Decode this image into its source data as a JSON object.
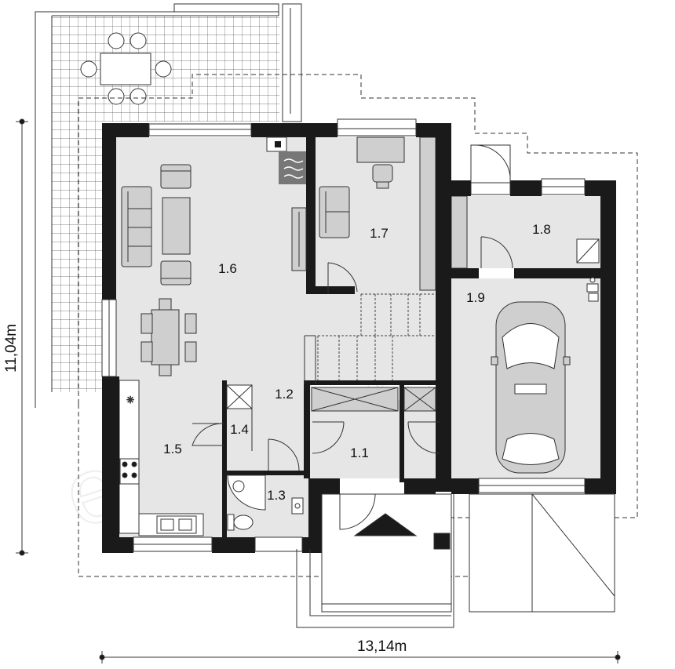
{
  "colors": {
    "wall": "#1a1a1a",
    "floor": "#e6e6e6",
    "furniture": "#cfcfcf",
    "line": "#333333",
    "watermark": "#eeeeee"
  },
  "watermark": "extradom",
  "dimensions": {
    "width_label": "13,14m",
    "height_label": "11,04m"
  },
  "rooms": [
    {
      "id": "1.1",
      "label": "1.1"
    },
    {
      "id": "1.2",
      "label": "1.2"
    },
    {
      "id": "1.3",
      "label": "1.3"
    },
    {
      "id": "1.4",
      "label": "1.4"
    },
    {
      "id": "1.5",
      "label": "1.5"
    },
    {
      "id": "1.6",
      "label": "1.6"
    },
    {
      "id": "1.7",
      "label": "1.7"
    },
    {
      "id": "1.8",
      "label": "1.8"
    },
    {
      "id": "1.9",
      "label": "1.9"
    }
  ]
}
